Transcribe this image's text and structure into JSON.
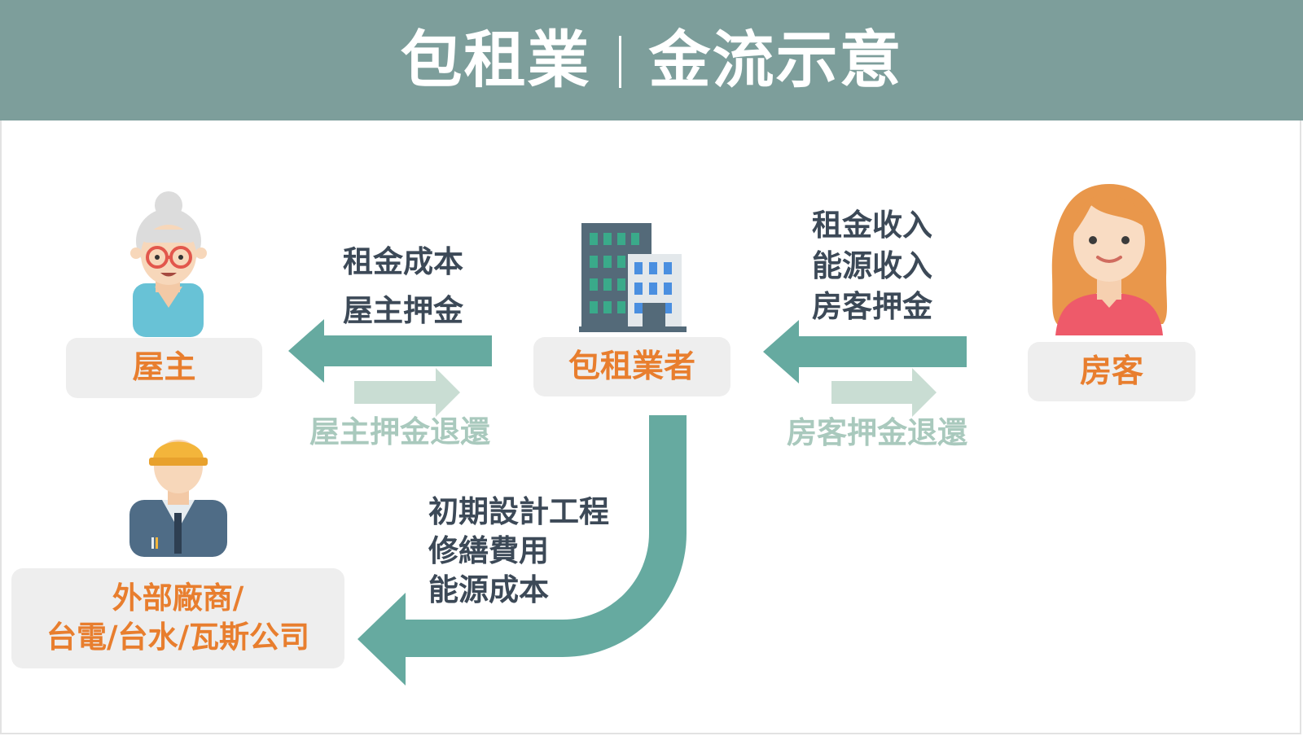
{
  "header": {
    "title_left": "包租業",
    "title_right": "金流示意"
  },
  "nodes": {
    "owner": "屋主",
    "operator": "包租業者",
    "tenant": "房客",
    "vendor_line1": "外部廠商/",
    "vendor_line2": "台電/台水/瓦斯公司"
  },
  "flows": {
    "operator_to_owner": [
      "租金成本",
      "屋主押金"
    ],
    "owner_refund": "屋主押金退還",
    "tenant_to_operator": [
      "租金收入",
      "能源收入",
      "房客押金"
    ],
    "tenant_refund": "房客押金退還",
    "operator_to_vendor": [
      "初期設計工程",
      "修繕費用",
      "能源成本"
    ]
  },
  "icons": {
    "owner": "elderly-woman-icon",
    "operator": "office-building-icon",
    "tenant": "young-woman-icon",
    "vendor": "construction-worker-icon"
  },
  "colors": {
    "header_bg": "#7d9e9b",
    "arrow_main": "#66aaa0",
    "arrow_refund": "#c9ddd3",
    "node_text": "#e87e2e",
    "flow_text": "#3c4957",
    "refund_text": "#a9c9bd"
  }
}
